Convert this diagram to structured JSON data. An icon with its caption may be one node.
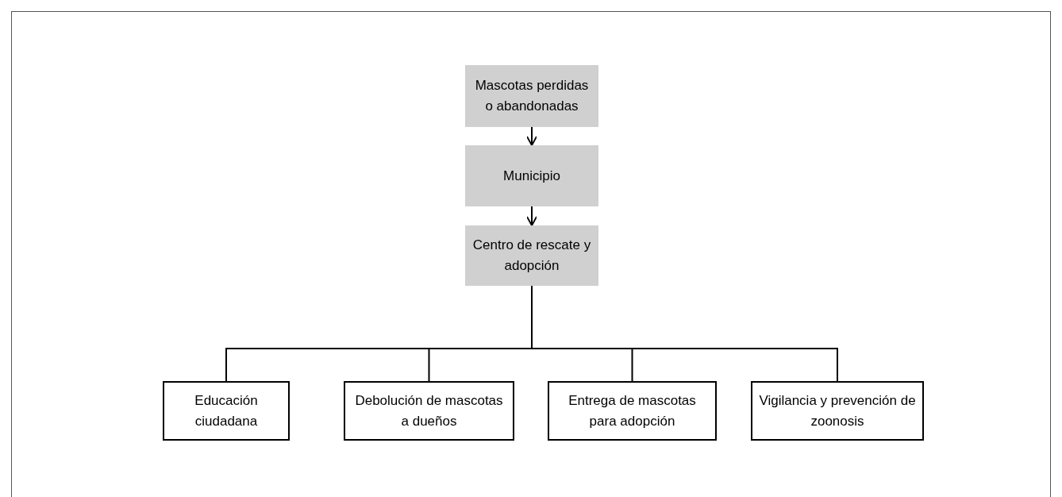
{
  "diagram": {
    "nodes": [
      {
        "text": [
          "Mascotas perdidas o abandonadas"
        ]
      },
      {
        "text": [
          "Municipio"
        ]
      },
      {
        "text": [
          "Centro de rescate y adopción"
        ]
      },
      {
        "text": [
          "Educación ciudadana"
        ]
      },
      {
        "text": [
          "Debolución de mascotas a dueños"
        ]
      },
      {
        "text": [
          "Entrega de mascotas para adopción"
        ]
      },
      {
        "text": [
          "Vigilancia y prevención de zoonosis"
        ]
      }
    ],
    "edges": [
      {
        "from": 0,
        "to": 1,
        "arrow": "to"
      },
      {
        "from": 1,
        "to": 2,
        "arrow": "to"
      },
      {
        "from": 2,
        "to": 3,
        "arrow": "none"
      },
      {
        "from": 2,
        "to": 4,
        "arrow": "none"
      },
      {
        "from": 2,
        "to": 5,
        "arrow": "none"
      },
      {
        "from": 2,
        "to": 6,
        "arrow": "none"
      }
    ]
  }
}
